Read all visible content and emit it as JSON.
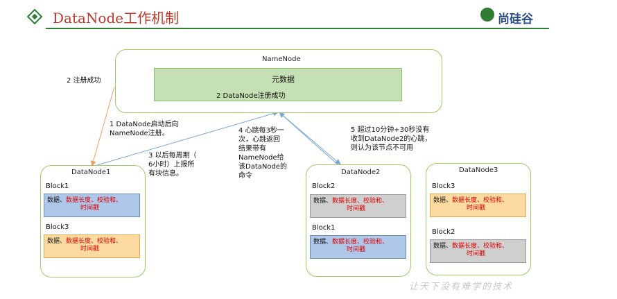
{
  "header": {
    "title": "DataNode工作机制",
    "logo_text": "尚硅谷"
  },
  "namenode": {
    "label": "NameNode",
    "meta_label": "元数据",
    "meta_note": "2 DataNode注册成功"
  },
  "annotations": {
    "register_success": "2 注册成功",
    "start_register": [
      "1 DataNode启动后向",
      "NameNode注册。"
    ],
    "report": [
      "3 以后每周期（",
      "6小时）上报所",
      "有块信息。"
    ],
    "heartbeat": [
      "4 心跳每3秒一",
      "次，心跳返回",
      "结果带有",
      "NameNode给",
      "该DataNode的",
      "命令"
    ],
    "timeout": [
      "5 超过10分钟+30秒没有",
      "收到DataNode2的心跳，",
      "则认为该节点不可用"
    ]
  },
  "block_text": {
    "prefix": "数据、",
    "red1": "数据长度、校验和、",
    "red2": "时间戳"
  },
  "datanodes": [
    {
      "name": "DataNode1",
      "blocks": [
        {
          "label": "Block1",
          "color": "blue"
        },
        {
          "label": "Block3",
          "color": "orange"
        }
      ]
    },
    {
      "name": "DataNode2",
      "blocks": [
        {
          "label": "Block2",
          "color": "gray"
        },
        {
          "label": "Block1",
          "color": "blue"
        }
      ]
    },
    {
      "name": "DataNode3",
      "blocks": [
        {
          "label": "Block3",
          "color": "orange"
        },
        {
          "label": "Block2",
          "color": "gray"
        }
      ]
    }
  ],
  "footer": "让天下没有难学的技术",
  "colors": {
    "title": "#c0392b",
    "green_line": "#2e7d32",
    "arrow_orange": "#e8a060",
    "arrow_blue": "#7aa7d6"
  }
}
